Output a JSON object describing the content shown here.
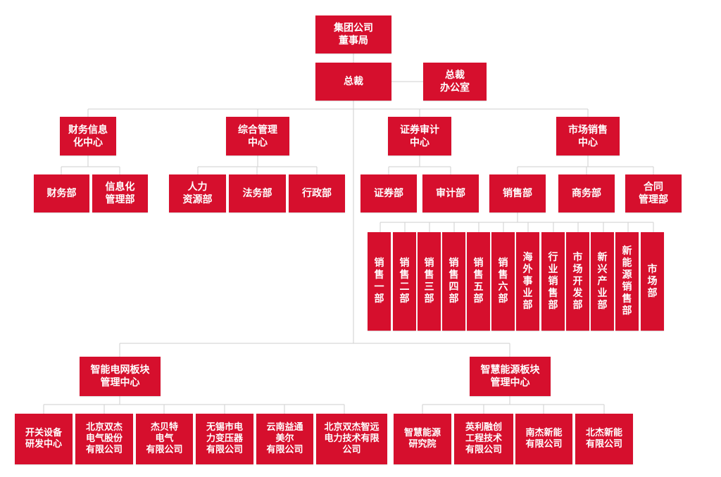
{
  "theme": {
    "node_color": "#d60f2d",
    "text_color": "#ffffff",
    "line_color": "#cfcfcf"
  },
  "nodes": {
    "board": "集团公司\n董事局",
    "ceo": "总裁",
    "ceo_office": "总裁\n办公室",
    "finance_info_center": "财务信息\n化中心",
    "general_mgmt_center": "综合管理\n中心",
    "securities_audit_center": "证券审计\n中心",
    "marketing_sales_center": "市场销售\n中心",
    "finance_dept": "财务部",
    "it_dept": "信息化\n管理部",
    "hr_dept": "人力\n资源部",
    "legal_dept": "法务部",
    "admin_dept": "行政部",
    "securities_dept": "证券部",
    "audit_dept": "审计部",
    "sales_dept": "销售部",
    "business_dept": "商务部",
    "contract_dept": "合同\n管理部",
    "sales_1": "销\n售\n一\n部",
    "sales_2": "销\n售\n二\n部",
    "sales_3": "销\n售\n三\n部",
    "sales_4": "销\n售\n四\n部",
    "sales_5": "销\n售\n五\n部",
    "sales_6": "销\n售\n六\n部",
    "overseas": "海\n外\n事\n业\n部",
    "industry_sales": "行\n业\n销\n售\n部",
    "market_dev": "市\n场\n开\n发\n部",
    "emerging_industry": "新\n兴\n产\n业\n部",
    "new_energy_sales": "新\n能\n源\n销\n售\n部",
    "market_dept": "市\n场\n部",
    "smart_grid_center": "智能电网板块\n管理中心",
    "smart_energy_center": "智慧能源板块\n管理中心",
    "switchgear_rd": "开关设备\n研发中心",
    "beijing_electric": "北京双杰\n电气股份\n有限公司",
    "jiebeite": "杰贝特\n电气\n有限公司",
    "wuxi_transformer": "无锡市电\n力变压器\n有限公司",
    "yunnan_yitong": "云南益通\n美尔\n有限公司",
    "beijing_zhiyuan": "北京双杰智远\n电力技术有限\n公司",
    "smart_energy_institute": "智慧能源\n研究院",
    "yingli_rongchuang": "英利融创\n工程技术\n有限公司",
    "nanjie_energy": "南杰新能\n有限公司",
    "beitai_energy": "北杰新能\n有限公司"
  }
}
